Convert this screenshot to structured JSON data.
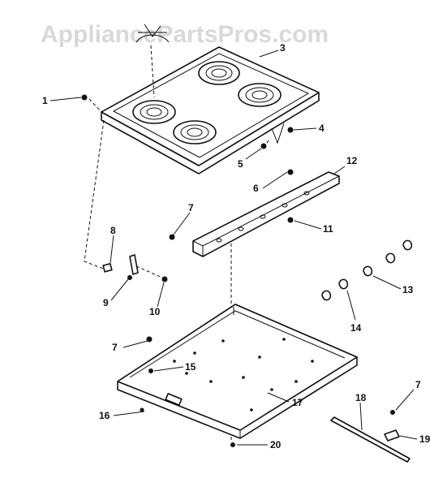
{
  "watermark": "AppliancePartsPros.com",
  "callouts": [
    {
      "id": "c1",
      "text": "1"
    },
    {
      "id": "c3",
      "text": "3"
    },
    {
      "id": "c4",
      "text": "4"
    },
    {
      "id": "c5",
      "text": "5"
    },
    {
      "id": "c6",
      "text": "6"
    },
    {
      "id": "c12",
      "text": "12"
    },
    {
      "id": "c7a",
      "text": "7"
    },
    {
      "id": "c11",
      "text": "11"
    },
    {
      "id": "c8",
      "text": "8"
    },
    {
      "id": "c9",
      "text": "9"
    },
    {
      "id": "c10",
      "text": "10"
    },
    {
      "id": "c13",
      "text": "13"
    },
    {
      "id": "c14",
      "text": "14"
    },
    {
      "id": "c7b",
      "text": "7"
    },
    {
      "id": "c15",
      "text": "15"
    },
    {
      "id": "c16",
      "text": "16"
    },
    {
      "id": "c17",
      "text": "17"
    },
    {
      "id": "c20",
      "text": "20"
    },
    {
      "id": "c18",
      "text": "18"
    },
    {
      "id": "c7c",
      "text": "7"
    },
    {
      "id": "c19",
      "text": "19"
    }
  ]
}
